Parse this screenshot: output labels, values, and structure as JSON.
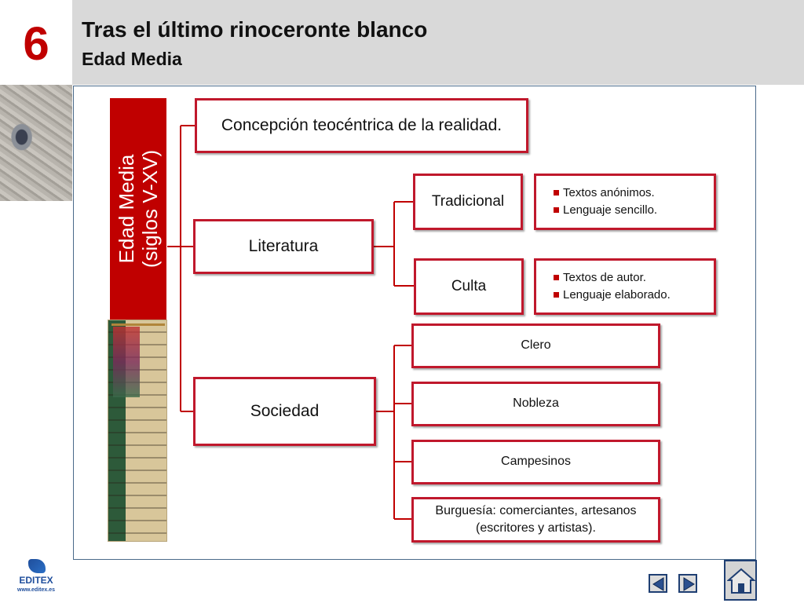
{
  "header": {
    "chapter_number": "6",
    "title": "Tras el último rinoceronte blanco",
    "subtitle": "Edad Media"
  },
  "diagram": {
    "root_label": "Edad Media\n(siglos V-XV)",
    "node_concepcion": "Concepción teocéntrica de la realidad.",
    "node_literatura": "Literatura",
    "node_tradicional": "Tradicional",
    "tradicional_points": [
      "Textos anónimos.",
      "Lenguaje sencillo."
    ],
    "node_culta": "Culta",
    "culta_points": [
      "Textos de autor.",
      "Lenguaje elaborado."
    ],
    "node_sociedad": "Sociedad",
    "node_clero": "Clero",
    "node_nobleza": "Nobleza",
    "node_campesinos": "Campesinos",
    "node_burguesia": "Burguesía: comerciantes, artesanos\n(escritores y artistas)."
  },
  "footer": {
    "logo_text": "EDITEX",
    "logo_url": "www.editex.es"
  },
  "colors": {
    "accent_red": "#c00000",
    "box_border": "#c0182c",
    "header_bg": "#d9d9d9",
    "nav_blue": "#1f3f73"
  },
  "icons": {
    "prev": "triangle-left-icon",
    "next": "triangle-right-icon",
    "home": "home-icon"
  }
}
